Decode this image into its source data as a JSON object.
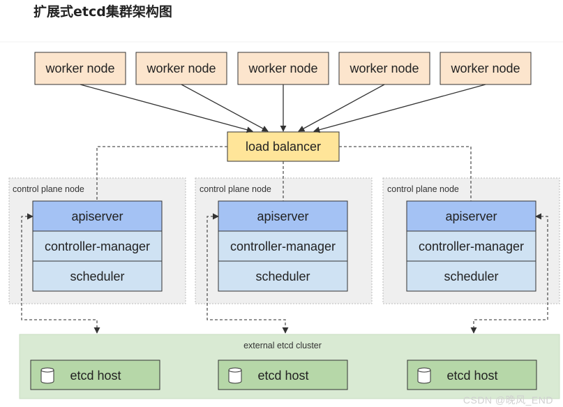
{
  "heading": "扩展式etcd集群架构图",
  "worker_nodes": [
    "worker node",
    "worker node",
    "worker node",
    "worker node",
    "worker node"
  ],
  "load_balancer": "load balancer",
  "control_planes": [
    {
      "label": "control plane node",
      "components": [
        "apiserver",
        "controller-manager",
        "scheduler"
      ]
    },
    {
      "label": "control plane node",
      "components": [
        "apiserver",
        "controller-manager",
        "scheduler"
      ]
    },
    {
      "label": "control plane node",
      "components": [
        "apiserver",
        "controller-manager",
        "scheduler"
      ]
    }
  ],
  "etcd_cluster": {
    "label": "external etcd cluster",
    "hosts": [
      "etcd host",
      "etcd host",
      "etcd host"
    ]
  },
  "watermark": "CSDN @晚风_END",
  "colors": {
    "worker_fill": "#fce5cd",
    "lb_fill": "#ffe599",
    "cp_fill": "#efefef",
    "apiserver_fill": "#a4c2f4",
    "component_fill": "#cfe2f3",
    "etcd_cluster_fill": "#d9ead3",
    "etcd_host_fill": "#b6d7a8"
  }
}
